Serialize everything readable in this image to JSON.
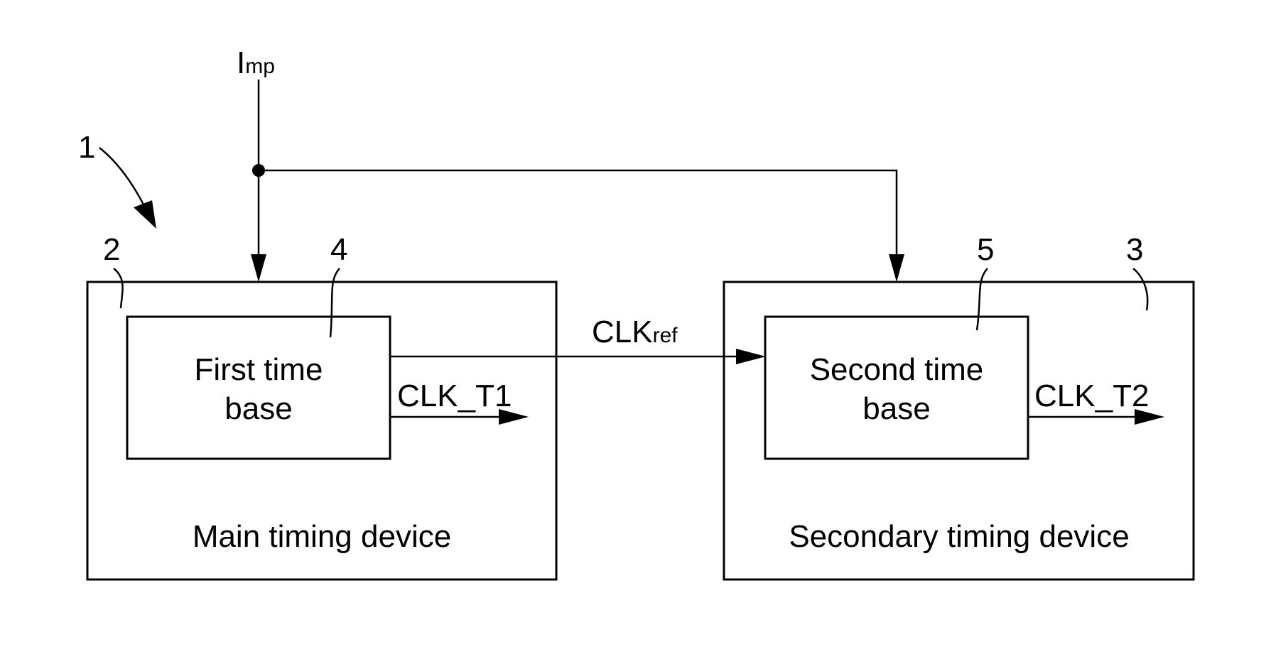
{
  "signals": {
    "imp": {
      "main": "I",
      "sub": "mp"
    },
    "clk_ref": {
      "main": "CLK",
      "sub": "ref"
    },
    "clk_t1": "CLK_T1",
    "clk_t2": "CLK_T2"
  },
  "blocks": {
    "main_device": {
      "label": "Main timing device",
      "ref": "2"
    },
    "secondary_device": {
      "label": "Secondary timing device",
      "ref": "3"
    },
    "first_time_base": {
      "line1": "First time",
      "line2": "base",
      "ref": "4"
    },
    "second_time_base": {
      "line1": "Second time",
      "line2": "base",
      "ref": "5"
    }
  },
  "system_ref": "1"
}
